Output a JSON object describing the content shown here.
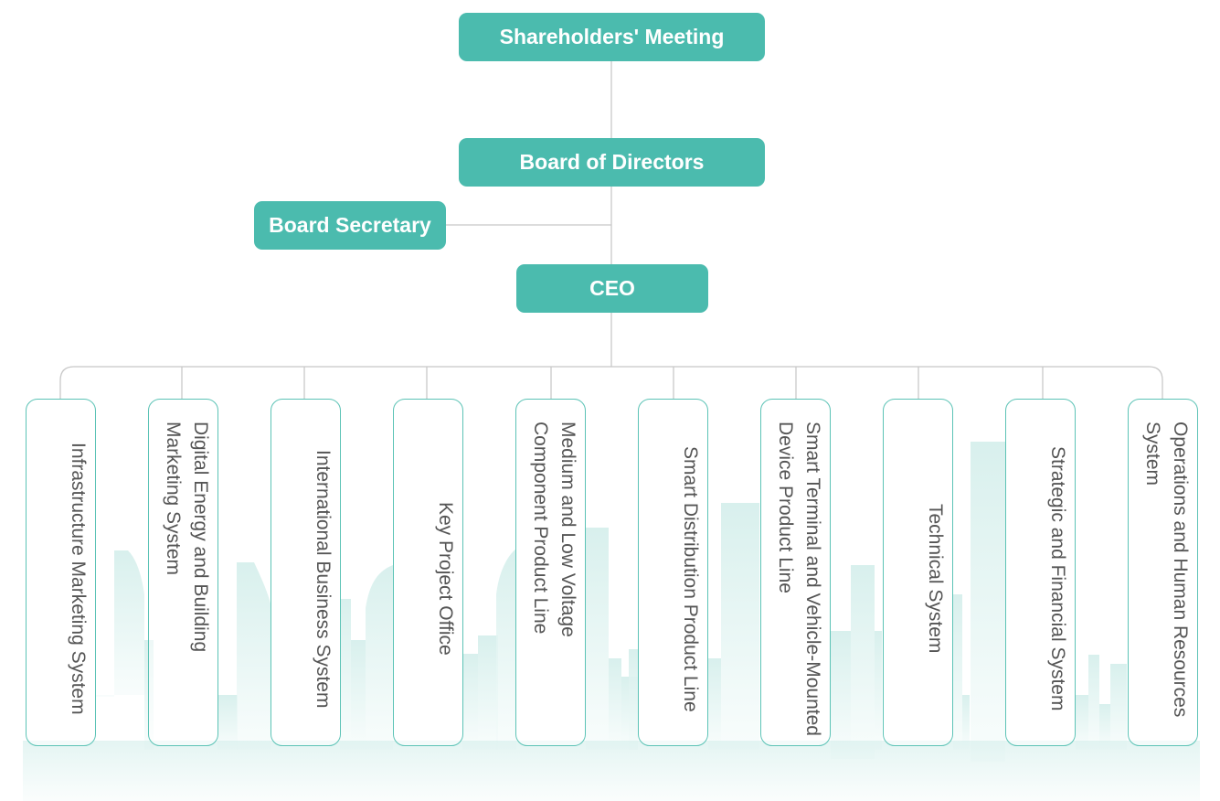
{
  "colors": {
    "primary_box": "#4bbbae",
    "dept_border": "#5cc3b6",
    "connector": "#c8c8c8",
    "dept_text": "#555555",
    "skyline": "#e3f3f1"
  },
  "nodes": {
    "shareholders": "Shareholders' Meeting",
    "board": "Board of Directors",
    "secretary": "Board Secretary",
    "ceo": "CEO"
  },
  "departments": [
    "Infrastructure Marketing System",
    "Digital Energy and Building Marketing System",
    "International Business System",
    "Key Project Office",
    "Medium and Low Voltage Component Product Line",
    "Smart Distribution Product Line",
    "Smart Terminal and Vehicle-Mounted Device Product Line",
    "Technical System",
    "Strategic and Financial System",
    "Operations and Human Resources System"
  ]
}
